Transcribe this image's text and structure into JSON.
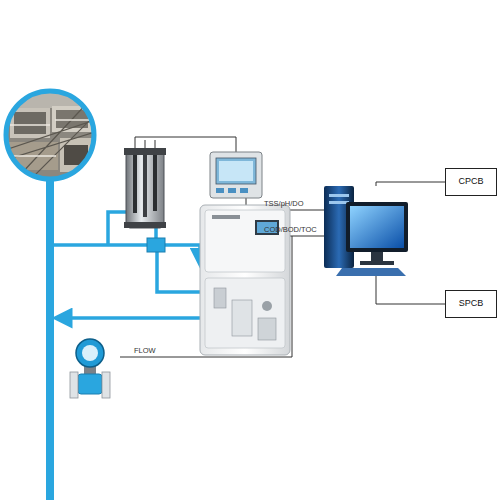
{
  "diagram": {
    "nodes": [
      {
        "text": [
          "CPCB"
        ]
      },
      {
        "text": [
          "SPCB"
        ]
      }
    ],
    "labels": [
      "TSS/pH/DO",
      "COD/BOD/TOC",
      "FLOW"
    ]
  }
}
